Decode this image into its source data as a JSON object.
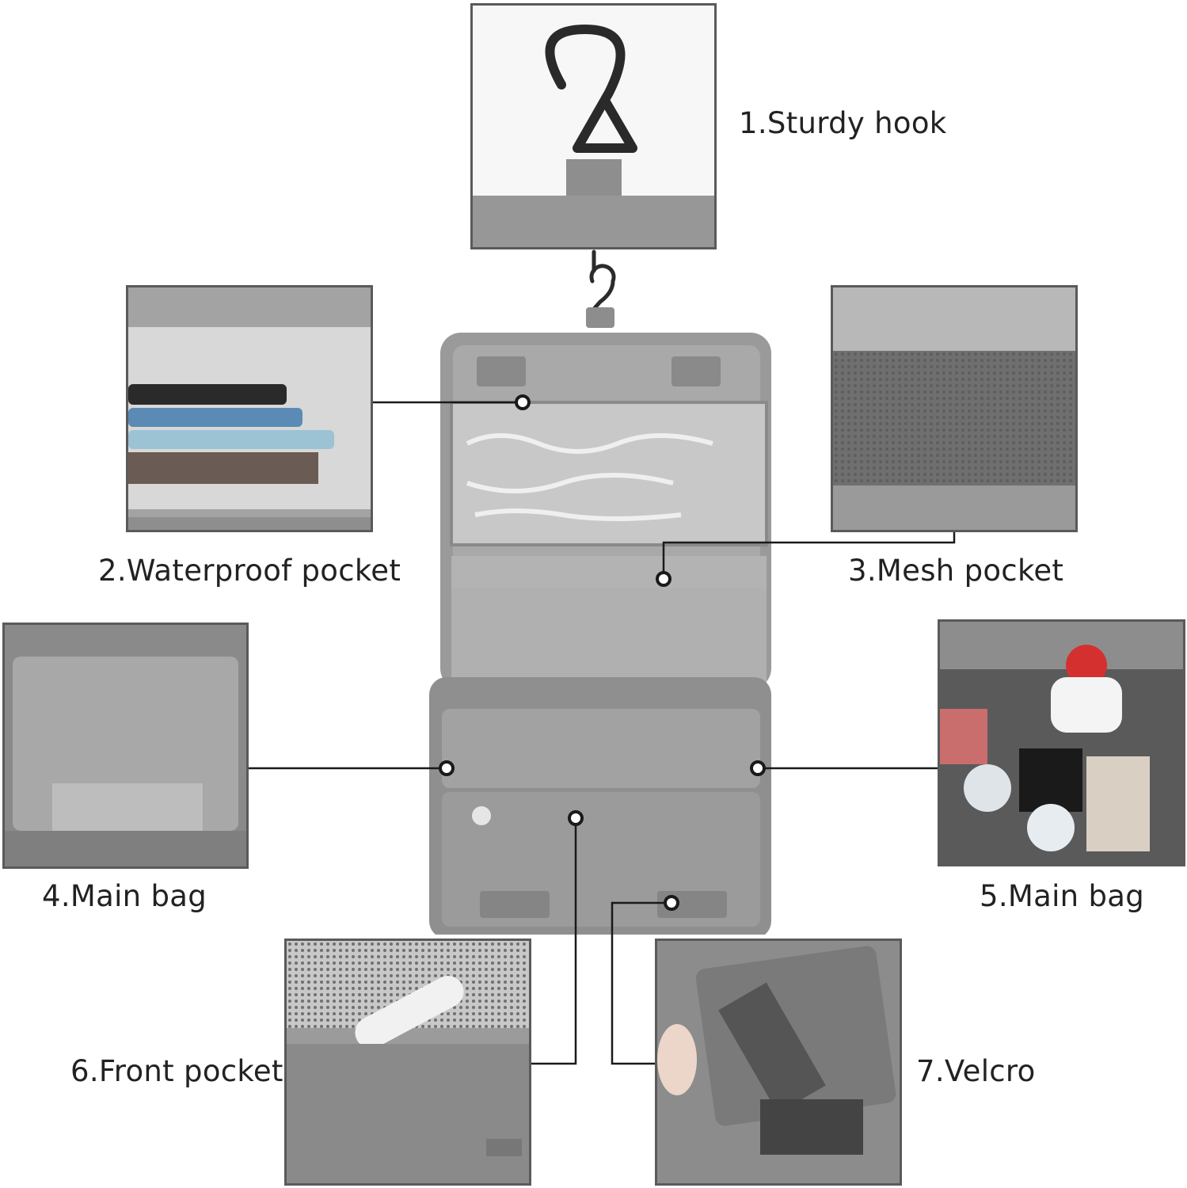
{
  "labels": {
    "l1": "1.Sturdy hook",
    "l2": "2.Waterproof pocket",
    "l3": "3.Mesh pocket",
    "l4": "4.Main bag",
    "l5": "5.Main bag",
    "l6": "6.Front pocket",
    "l7": "7.Velcro"
  },
  "colors": {
    "fabric": "#9a9a9a",
    "fabric_dark": "#7c7c7c",
    "frame": "#5a5a5a",
    "line": "#1a1a1a",
    "text": "#222222",
    "background": "#ffffff"
  }
}
